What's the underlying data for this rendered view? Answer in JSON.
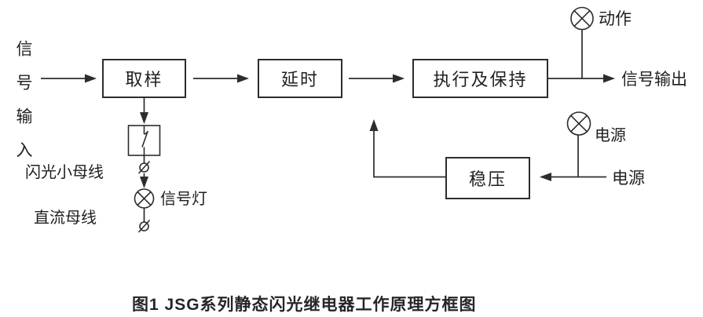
{
  "figure": {
    "caption": "图1  JSG系列静态闪光继电器工作原理方框图",
    "signal_input": "信号输入",
    "blocks": {
      "sampling": "取样",
      "delay": "延时",
      "execute_hold": "执行及保持",
      "regulator": "稳压"
    },
    "labels": {
      "action": "动作",
      "signal_output": "信号输出",
      "power_lamp": "电源",
      "power_source": "电源",
      "signal_lamp": "信号灯",
      "flash_bus": "闪光小母线",
      "dc_bus": "直流母线"
    },
    "colors": {
      "line": "#2d2d2d",
      "text": "#1f1f1f",
      "background": "#ffffff"
    }
  }
}
